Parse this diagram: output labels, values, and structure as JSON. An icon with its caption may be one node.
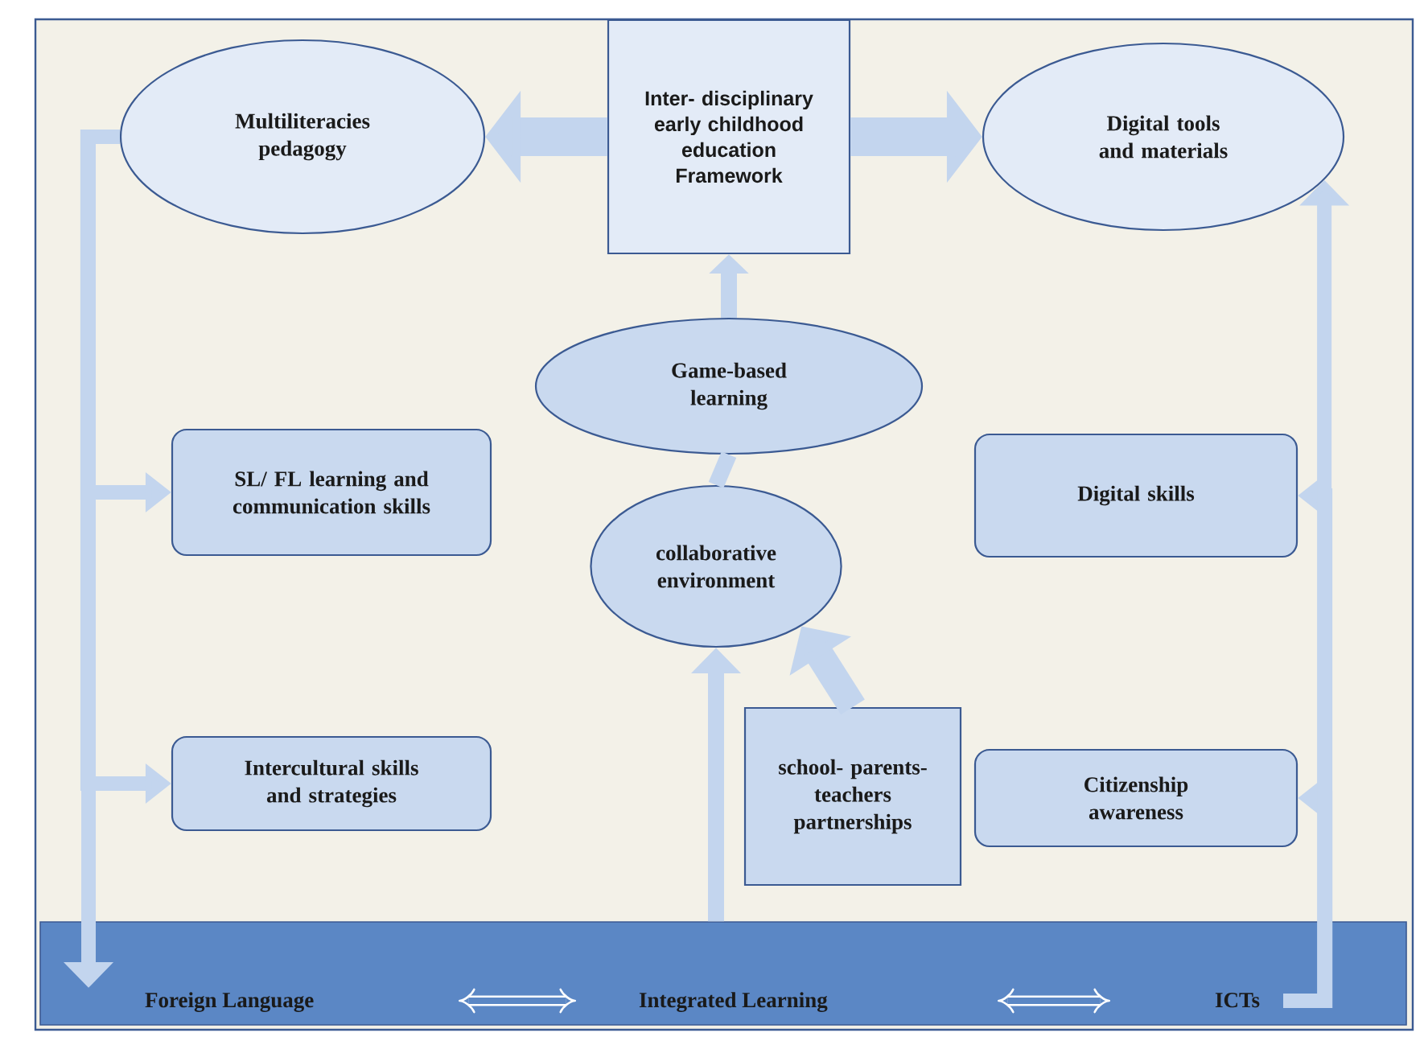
{
  "diagram": {
    "nodes": [
      {
        "text": [
          "Multiliteracies pedagogy"
        ]
      },
      {
        "text": [
          "Inter- disciplinary early childhood education Framework"
        ]
      },
      {
        "text": [
          "Digital tools and materials"
        ]
      },
      {
        "text": [
          "Game-based learning"
        ]
      },
      {
        "text": [
          "SL/ FL learning and communication skills"
        ]
      },
      {
        "text": [
          "Digital skills"
        ]
      },
      {
        "text": [
          "collaborative environment"
        ]
      },
      {
        "text": [
          "Intercultural skills and strategies"
        ]
      },
      {
        "text": [
          "school- parents- teachers partnerships"
        ]
      },
      {
        "text": [
          "Citizenship awareness"
        ]
      },
      {
        "text": [
          "Foreign Language",
          "Integrated Learning",
          "ICTs"
        ]
      }
    ],
    "edges": [
      {
        "from": 1,
        "to": 0,
        "arrow": "to",
        "style": "thick"
      },
      {
        "from": 1,
        "to": 2,
        "arrow": "to",
        "style": "thick"
      },
      {
        "from": 3,
        "to": 1,
        "arrow": "to"
      },
      {
        "from": 6,
        "to": 3,
        "arrow": "none"
      },
      {
        "from": 10,
        "to": 6,
        "arrow": "to"
      },
      {
        "from": 8,
        "to": 6,
        "arrow": "to",
        "style": "thick"
      },
      {
        "from": 0,
        "to": 4,
        "arrow": "to"
      },
      {
        "from": 0,
        "to": 7,
        "arrow": "to"
      },
      {
        "from": 0,
        "to": 10,
        "arrow": "to"
      },
      {
        "from": 10,
        "to": 5,
        "arrow": "to"
      },
      {
        "from": 10,
        "to": 9,
        "arrow": "to"
      },
      {
        "from": 10,
        "to": 2,
        "arrow": "to"
      }
    ]
  }
}
